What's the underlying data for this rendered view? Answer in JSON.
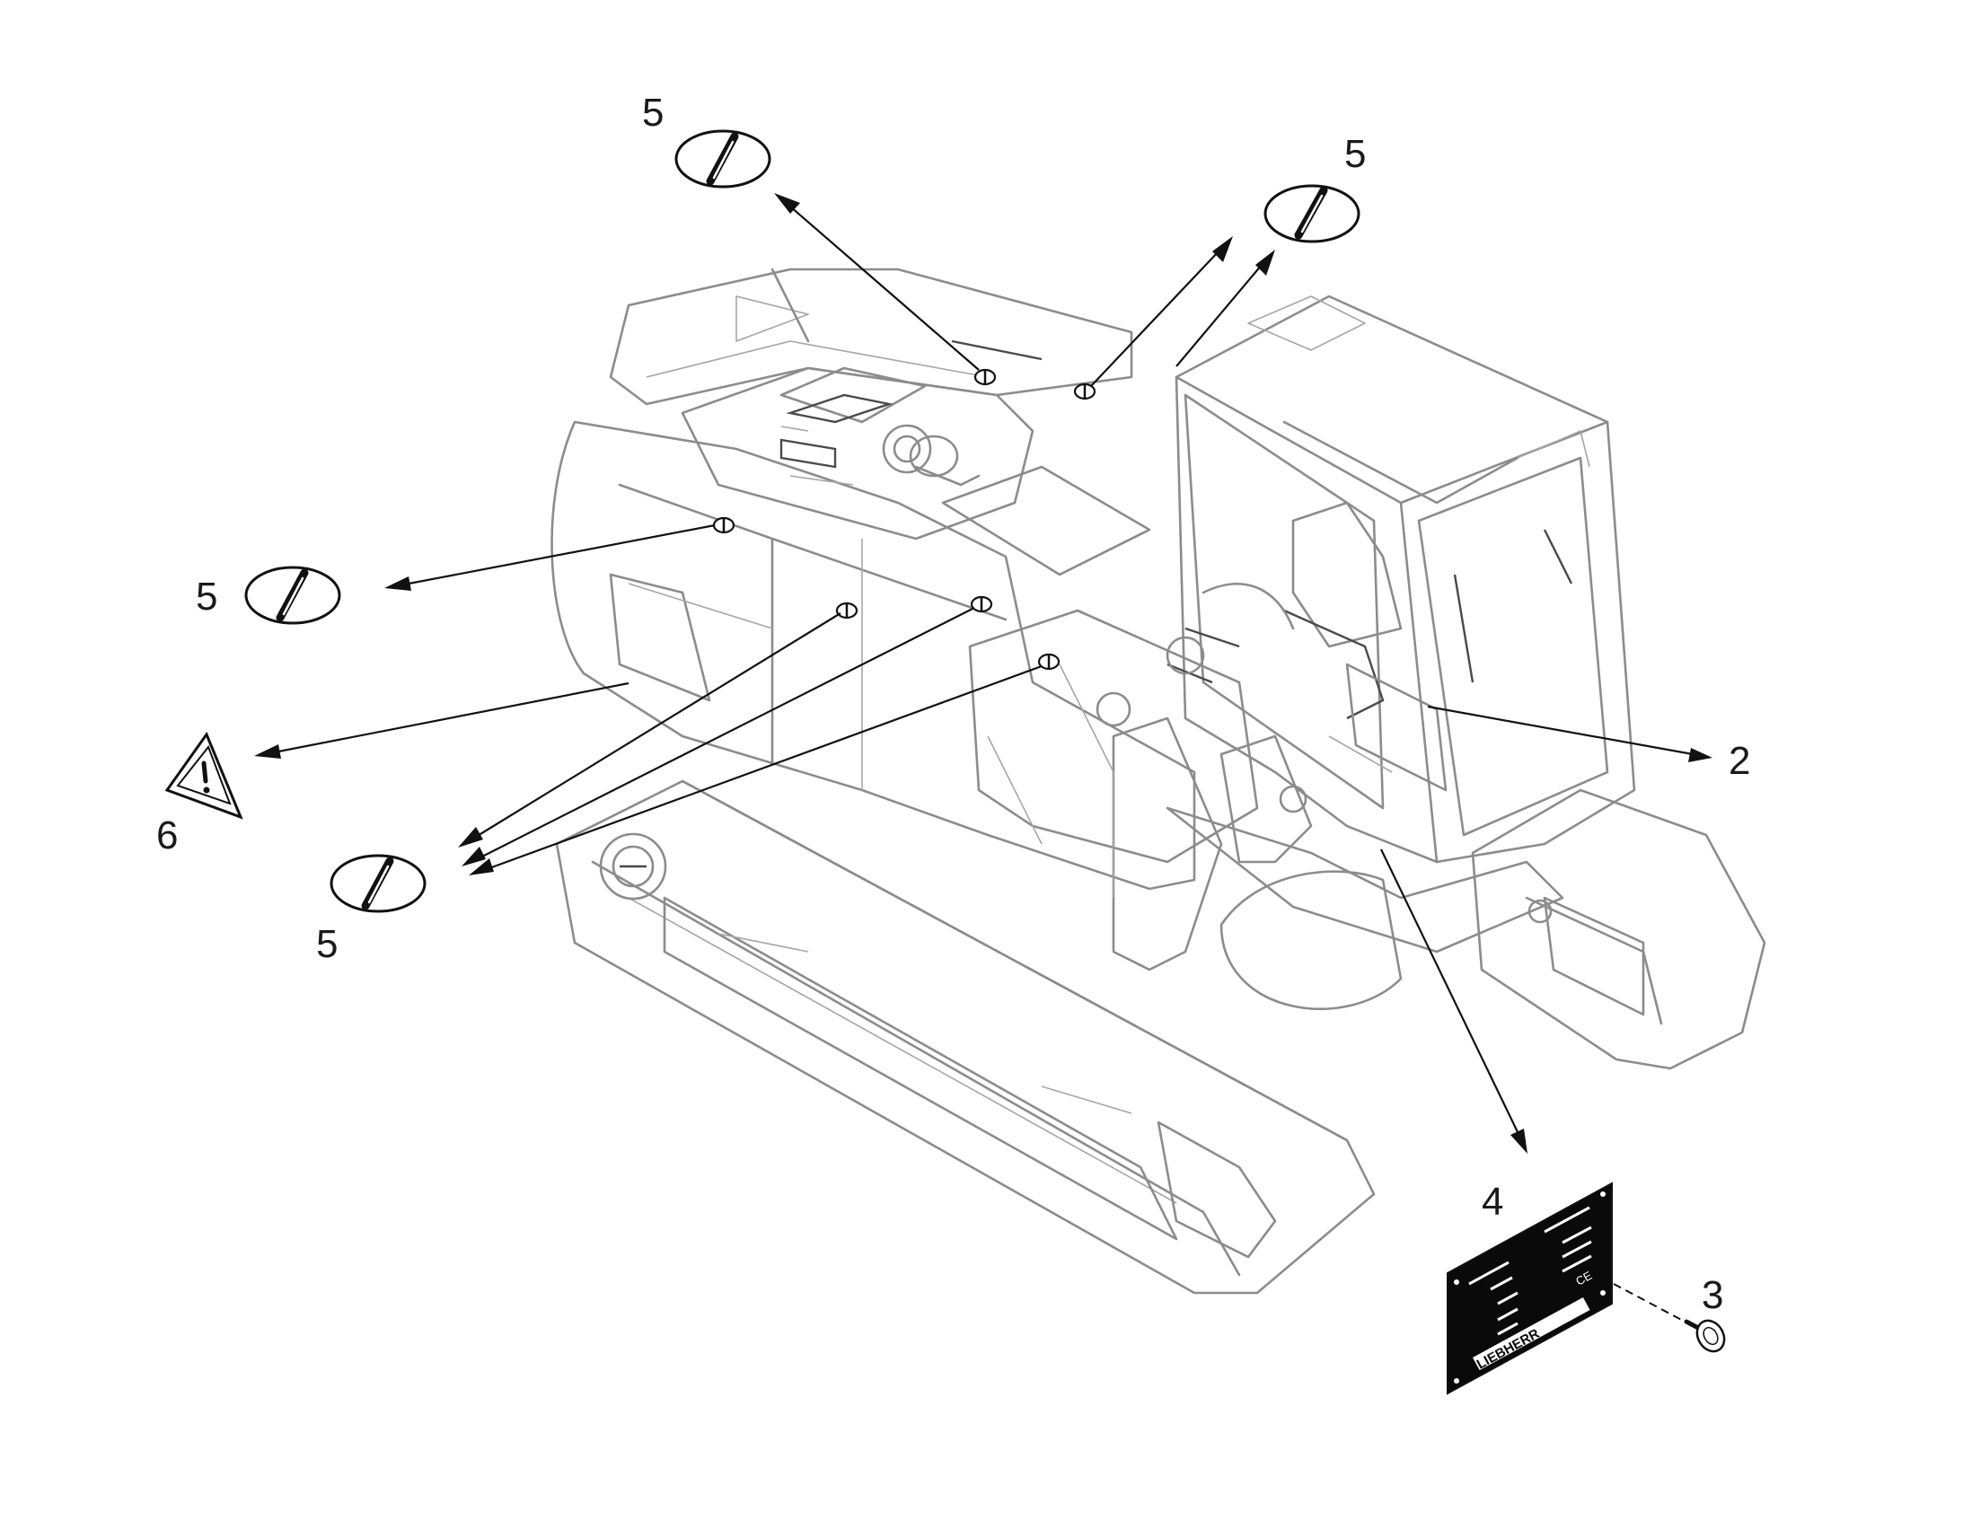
{
  "drawing": {
    "callouts": [
      {
        "id": "c5-top",
        "text": "5"
      },
      {
        "id": "c5-topright",
        "text": "5"
      },
      {
        "id": "c5-left",
        "text": "5"
      },
      {
        "id": "c5-bottom",
        "text": "5"
      },
      {
        "id": "c2",
        "text": "2"
      },
      {
        "id": "c6",
        "text": "6"
      },
      {
        "id": "c4",
        "text": "4"
      },
      {
        "id": "c3",
        "text": "3"
      }
    ],
    "colors": {
      "line": "#111111",
      "machine": "#8c8c8c",
      "plate": "#0a0a0a",
      "background": "#ffffff"
    },
    "icons": [
      "blanking-plug-icon",
      "warning-triangle-icon",
      "type-plate-icon",
      "screw-icon"
    ]
  }
}
